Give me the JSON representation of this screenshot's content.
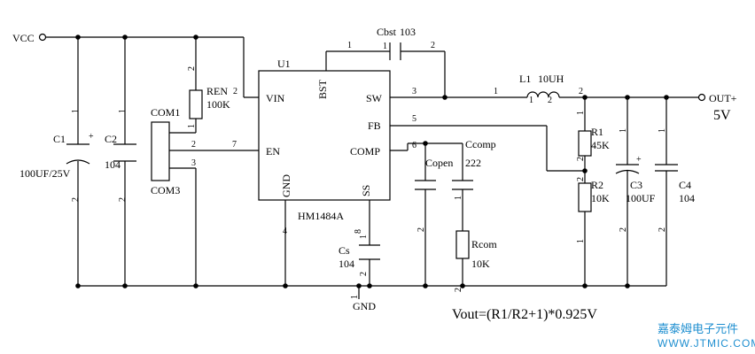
{
  "nets": {
    "vcc": "VCC",
    "out": "OUT+",
    "out_voltage": "5V",
    "gnd": "GND"
  },
  "ic": {
    "ref": "U1",
    "part": "HM1484A",
    "pins": {
      "vin": "VIN",
      "en": "EN",
      "bst": "BST",
      "sw": "SW",
      "fb": "FB",
      "comp": "COMP",
      "gnd": "GND",
      "ss": "SS"
    }
  },
  "components": {
    "c1": {
      "ref": "C1",
      "value": "100UF/25V"
    },
    "c2": {
      "ref": "C2",
      "value": "104"
    },
    "c3": {
      "ref": "C3",
      "value": "100UF"
    },
    "c4": {
      "ref": "C4",
      "value": "104"
    },
    "cbst": {
      "ref": "Cbst",
      "value": "103"
    },
    "ccomp": {
      "ref": "Ccomp",
      "value": "222"
    },
    "copen": {
      "ref": "Copen"
    },
    "cs": {
      "ref": "Cs",
      "value": "104"
    },
    "ren": {
      "ref": "REN",
      "value": "100K"
    },
    "r1": {
      "ref": "R1",
      "value": "45K"
    },
    "r2": {
      "ref": "R2",
      "value": "10K"
    },
    "rcom": {
      "ref": "Rcom",
      "value": "10K"
    },
    "l1": {
      "ref": "L1",
      "value": "10UH"
    },
    "jumper": {
      "top": "COM1",
      "bottom": "COM3"
    }
  },
  "pin_numbers": {
    "c1_top": "1",
    "c1_bot": "2",
    "c2_top": "1",
    "c2_bot": "2",
    "ren_top": "2",
    "ren_bot": "1",
    "ren_right": "2",
    "com_2": "2",
    "com_3": "3",
    "en": "7",
    "cbst_1": "1",
    "cbst_2": "2",
    "bst_1": "1",
    "sw": "3",
    "fb": "5",
    "comp": "6",
    "gnd": "4",
    "ss": "8",
    "l1_left": "1",
    "l1_right": "2",
    "l1_pin1": "1",
    "l1_pin2": "2",
    "r1_top": "1",
    "r1_bot": "2",
    "r2_top": "2",
    "r2_bot": "1",
    "c3_top": "1",
    "c3_bot": "2",
    "c4_top": "1",
    "c4_bot": "2",
    "cs_top": "1",
    "cs_bot": "2",
    "copen_bot": "2",
    "ccomp_top": "1",
    "rcom_bot": "2",
    "gnd_pin": "1"
  },
  "formula": "Vout=(R1/R2+1)*0.925V",
  "watermark": {
    "name": "嘉泰姆电子元件",
    "url": "WWW.JTMIC.COM"
  }
}
